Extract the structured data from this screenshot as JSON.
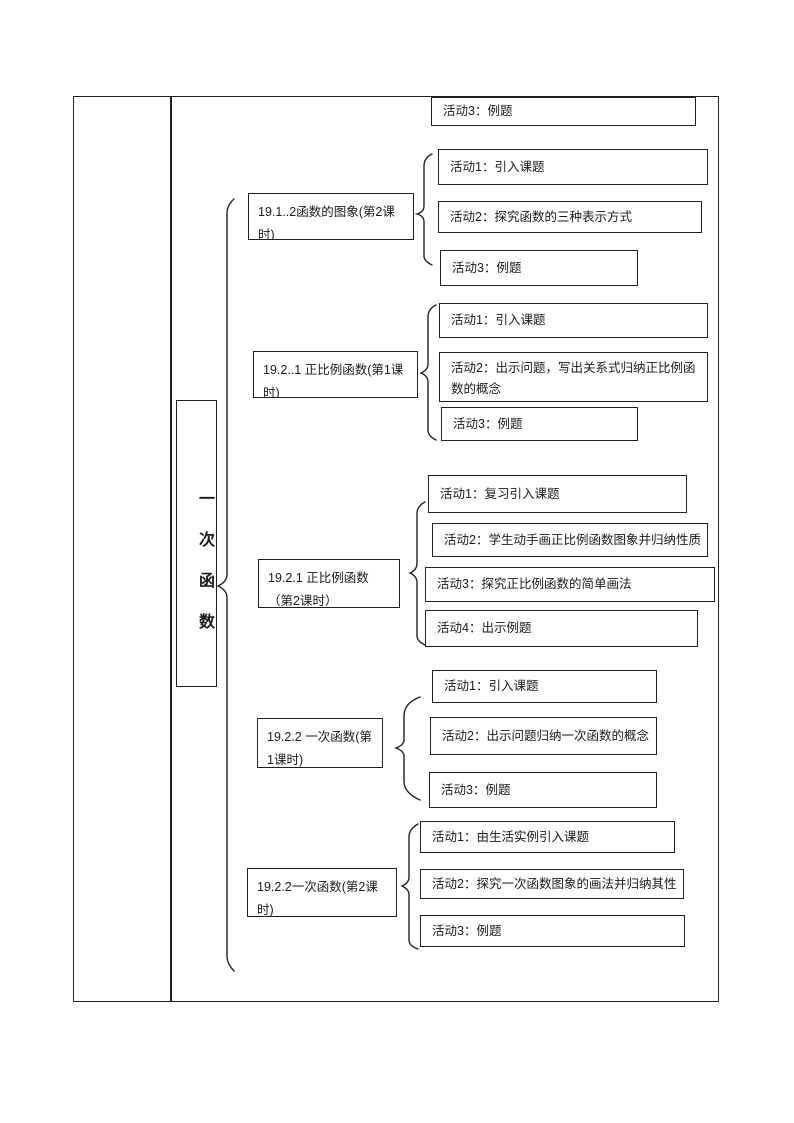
{
  "page": {
    "kind": "teaching-plan structure diagram",
    "chapter_title_vertical": "一次函数"
  },
  "colors": {
    "line": "#1f1f1f",
    "background": "#ffffff"
  },
  "orphan_activity": {
    "label": "活动3：例题"
  },
  "groups": [
    {
      "lesson": "19.1..2函数的图象(第2课时)",
      "activities": [
        "活动1：引入课题",
        "活动2：探究函数的三种表示方式",
        "活动3：例题"
      ]
    },
    {
      "lesson": "19.2..1 正比例函数(第1课时)",
      "activities": [
        "活动1：引入课题",
        "活动2：出示问题，写出关系式归纳正比例函数的概念",
        "活动3：例题"
      ]
    },
    {
      "lesson": "19.2.1 正比例函数（第2课时）",
      "activities": [
        "活动1：复习引入课题",
        "活动2：学生动手画正比例函数图象并归纳性质",
        "活动3：探究正比例函数的简单画法",
        "活动4：出示例题"
      ]
    },
    {
      "lesson": "19.2.2 一次函数(第1课时)",
      "activities": [
        "活动1：引入课题",
        "活动2：出示问题归纳一次函数的概念",
        "活动3：例题"
      ]
    },
    {
      "lesson": "19.2.2一次函数(第2课时)",
      "activities": [
        "活动1：由生活实例引入课题",
        "活动2：探究一次函数图象的画法并归纳其性",
        "活动3：例题"
      ]
    }
  ]
}
